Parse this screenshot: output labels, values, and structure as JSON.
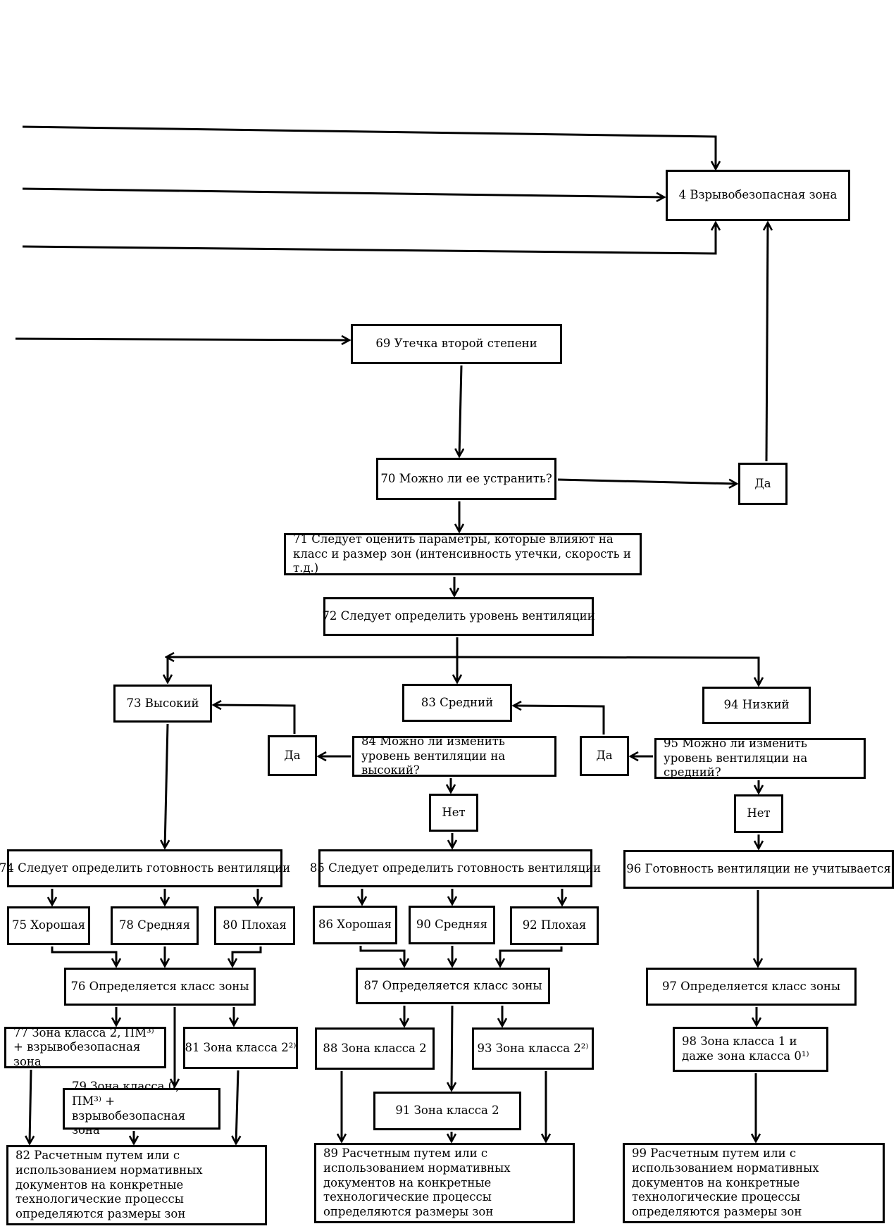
{
  "boxes": {
    "b4": "4  Взрывобезопасная зона",
    "b69": "69  Утечка второй степени",
    "b70": "70  Можно ли ее устранить?",
    "da70": "Да",
    "b71": "71  Следует оценить параметры, которые влияют на класс и размер зон (интенсивность утечки, скорость и т.д.)",
    "b72": "72  Следует определить уровень вентиляции",
    "b73": "73  Высокий",
    "b83": "83  Средний",
    "b94": "94  Низкий",
    "b84": "84  Можно ли изменить уровень вентиляции на высокий?",
    "da84": "Да",
    "net84": "Нет",
    "b95": "95  Можно ли изменить уровень вентиляции на средний?",
    "da95": "Да",
    "net95": "Нет",
    "b74": "74  Следует определить готовность вентиляции",
    "b85": "85  Следует определить готовность вентиляции",
    "b96": "96  Готовность вентиляции не учитывается",
    "b75": "75  Хорошая",
    "b78": "78  Средняя",
    "b80": "80  Плохая",
    "b86": "86  Хорошая",
    "b90": "90  Средняя",
    "b92": "92  Плохая",
    "b76": "76  Определяется класс зоны",
    "b87": "87  Определяется класс зоны",
    "b97": "97  Определяется класс зоны",
    "b77": "77  Зона класса 2, ПМ³⁾ + взрывобезопасная зона",
    "b81": "81  Зона класса 2²⁾",
    "b79": "79  Зона класса 0, ПМ³⁾ + взрывобезопасная зона",
    "b88": "88  Зона класса 2",
    "b93": "93  Зона класса 2²⁾",
    "b91": "91  Зона класса 2",
    "b98": "98  Зона класса 1 и даже зона класса 0¹⁾",
    "b82": "82  Расчетным путем или с использованием нормативных документов на конкретные технологические процессы определяются размеры зон",
    "b89": "89  Расчетным путем или с использованием нормативных документов на конкретные технологические процессы определяются размеры зон",
    "b99": "99  Расчетным путем или с использованием нормативных документов на конкретные технологические процессы определяются размеры зон"
  },
  "colors": {
    "line": "#000000",
    "background": "#ffffff"
  }
}
